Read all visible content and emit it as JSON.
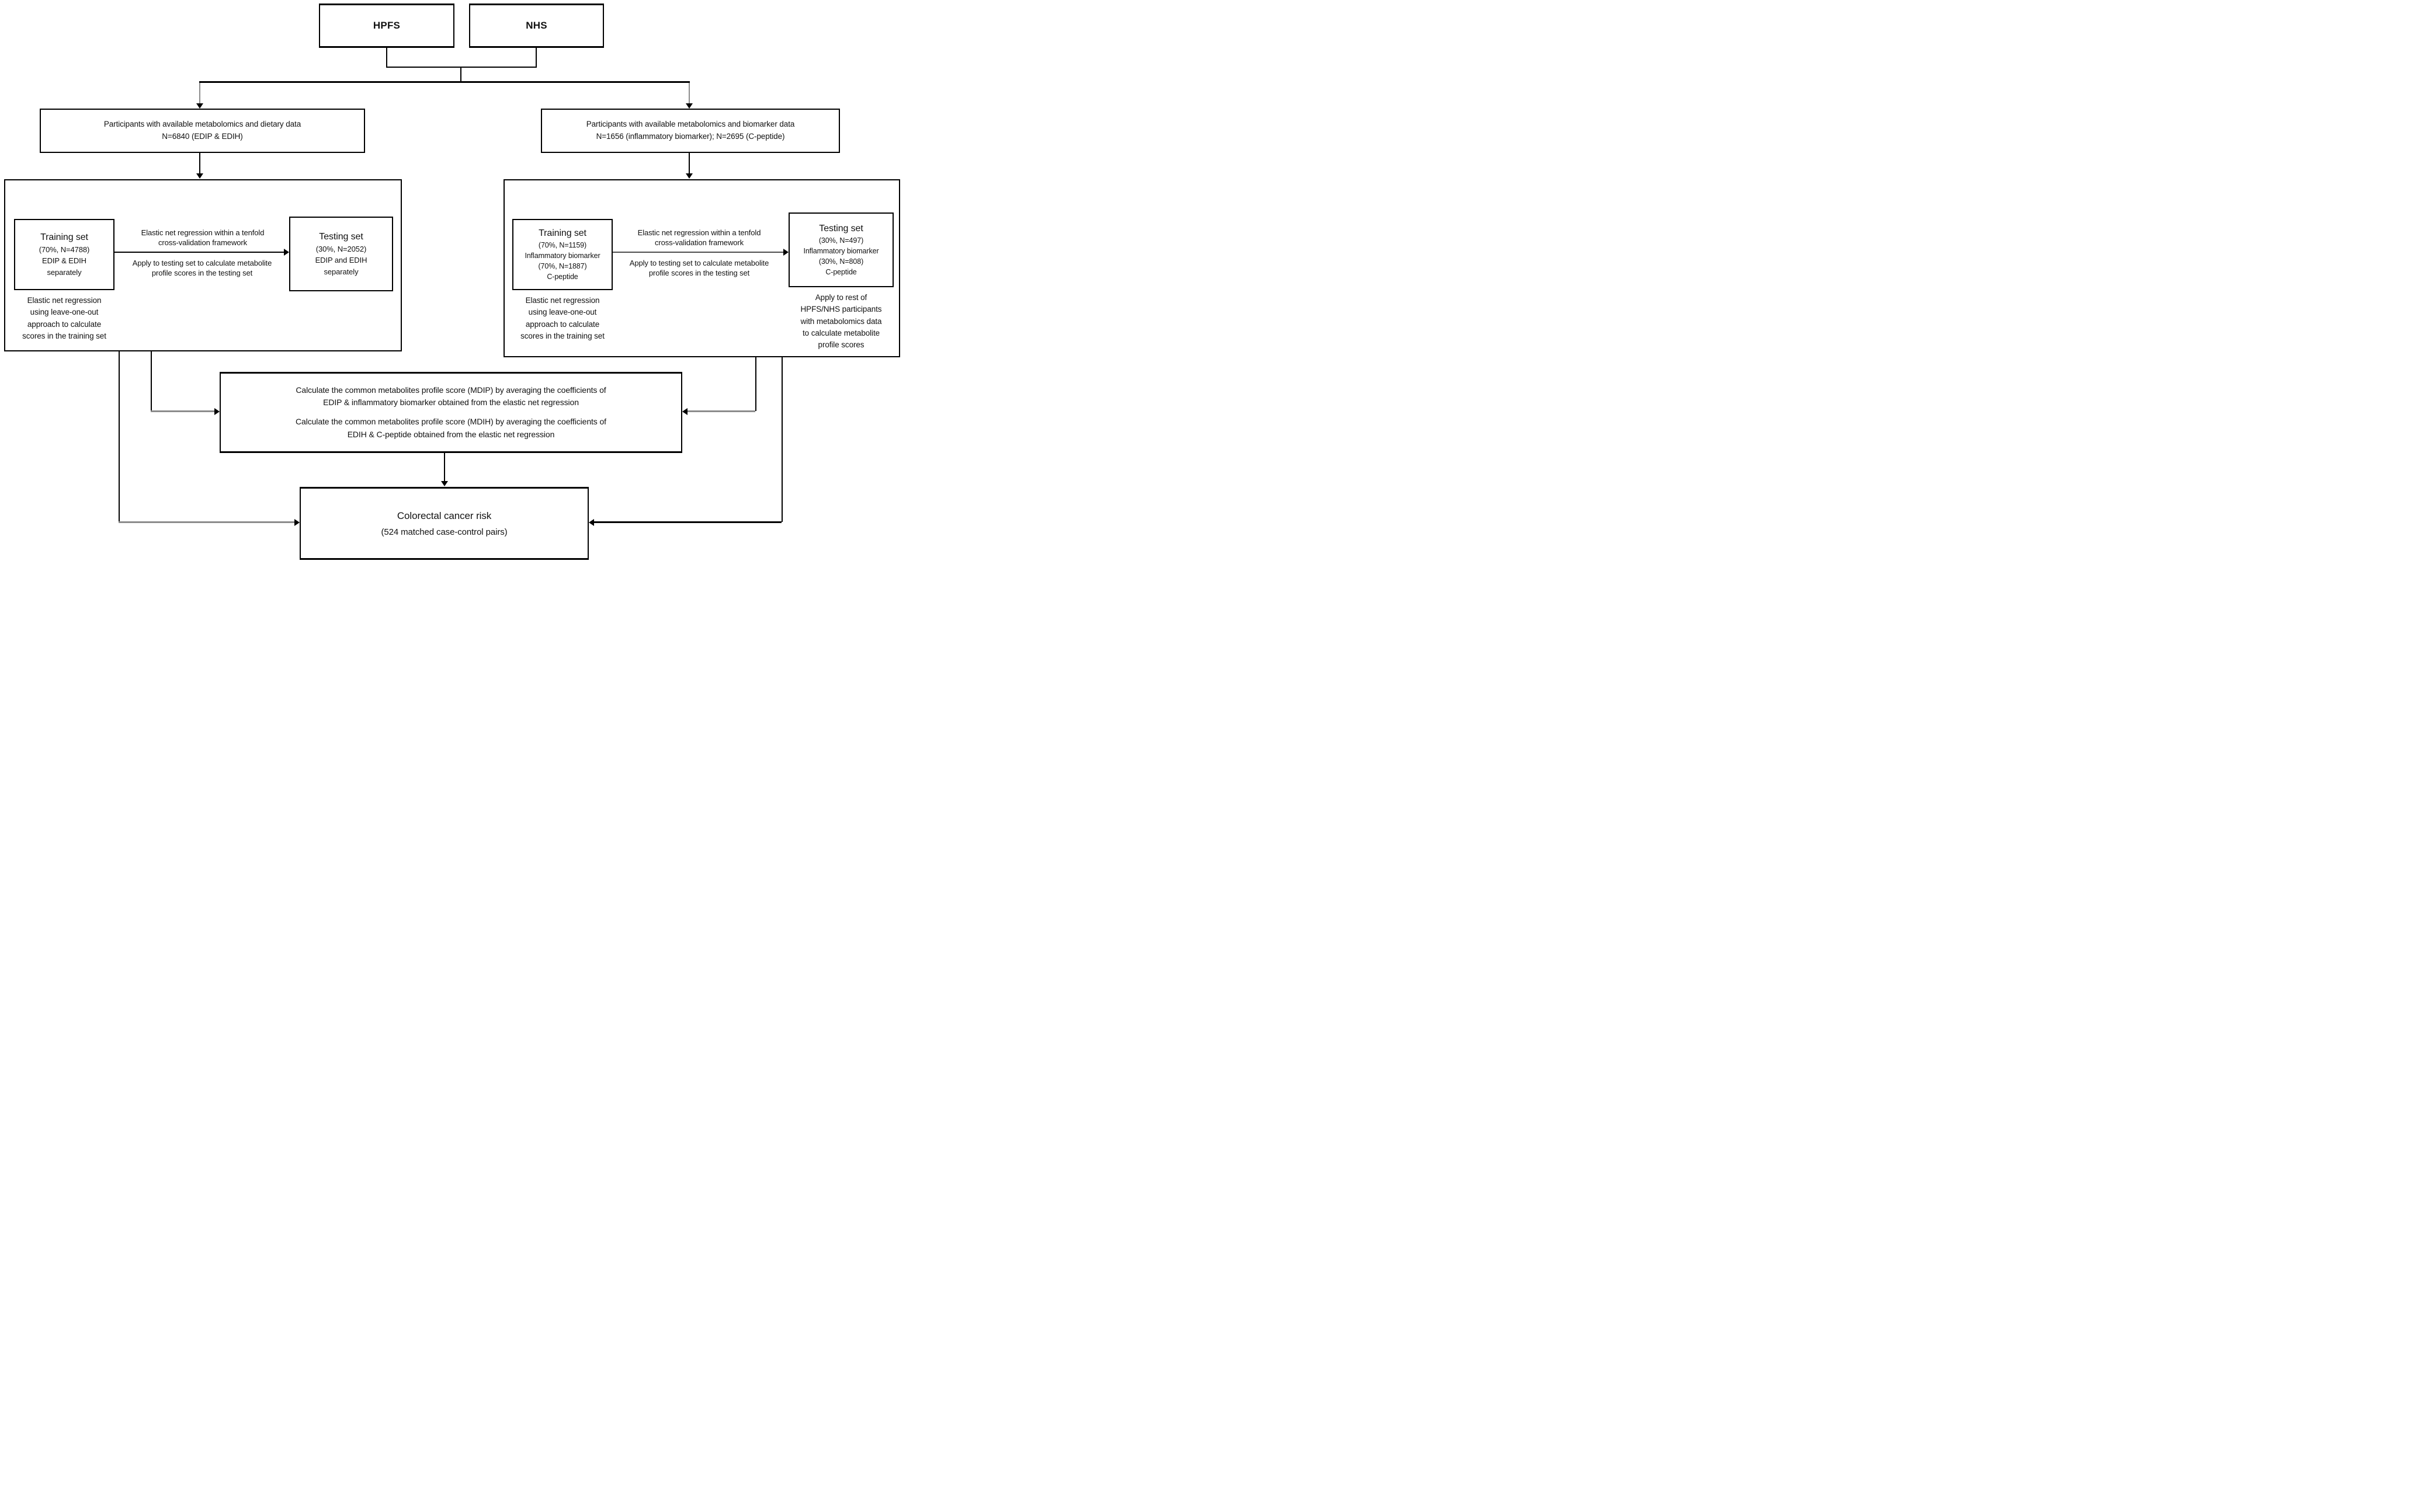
{
  "figure": {
    "cohorts": {
      "hpfs": "HPFS",
      "nhs": "NHS"
    },
    "participants_left": "Participants with available metabolomics and dietary data\nN=6840 (EDIP & EDIH)",
    "participants_right": "Participants with available metabolomics and biomarker data\nN=1656 (inflammatory biomarker); N=2695 (C-peptide)",
    "left_panel": {
      "training": {
        "title": "Training set",
        "body": "(70%, N=4788)\nEDIP & EDIH\nseparately"
      },
      "testing": {
        "title": "Testing set",
        "body": "(30%, N=2052)\nEDIP and EDIH\nseparately"
      },
      "arrow_label_top": "Elastic net regression within a tenfold\ncross-validation framework",
      "arrow_label_bottom": "Apply to testing set to calculate metabolite\nprofile scores in the testing set",
      "note": "Elastic net regression\nusing leave-one-out\napproach to calculate\nscores in the training set"
    },
    "right_panel": {
      "training": {
        "title": "Training set",
        "body": "(70%, N=1159)\nInflammatory biomarker\n(70%, N=1887)\nC-peptide"
      },
      "testing": {
        "title": "Testing set",
        "body": "(30%, N=497)\nInflammatory biomarker\n(30%, N=808)\nC-peptide"
      },
      "arrow_label_top": "Elastic net regression within a tenfold\ncross-validation framework",
      "arrow_label_bottom": "Apply to testing set to calculate metabolite\nprofile scores in the testing set",
      "note": "Elastic net regression\nusing leave-one-out\napproach to calculate\nscores in the training set",
      "apply_note": "Apply to rest of\nHPFS/NHS participants\nwith metabolomics data\nto calculate metabolite\nprofile scores"
    },
    "scores_box": {
      "p1": "Calculate the common metabolites profile score (MDIP) by averaging the coefficients of\nEDIP & inflammatory biomarker obtained from the elastic net regression",
      "p2": "Calculate the common metabolites profile score (MDIH) by averaging the coefficients of\nEDIH & C-peptide obtained from the elastic net regression"
    },
    "outcome_box": {
      "title": "Colorectal cancer risk",
      "subtitle": "(524 matched case-control pairs)"
    },
    "colors": {
      "line": "#000000",
      "line_gray": "#8c8c8c",
      "background": "#ffffff",
      "text": "#111111"
    }
  }
}
